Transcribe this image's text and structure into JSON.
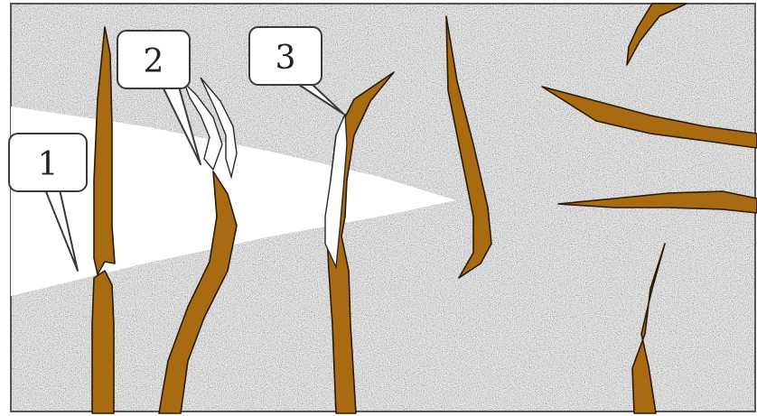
{
  "colors": {
    "matrix_base": "#b4b4b4",
    "fibre": "#a86b12",
    "crack": "#ffffff",
    "outline": "#3a3a3a"
  },
  "callouts": [
    {
      "id": "fibre-fracture",
      "label": "1"
    },
    {
      "id": "fibre-debonding",
      "label": "2"
    },
    {
      "id": "fibre-bridging",
      "label": "3"
    }
  ]
}
